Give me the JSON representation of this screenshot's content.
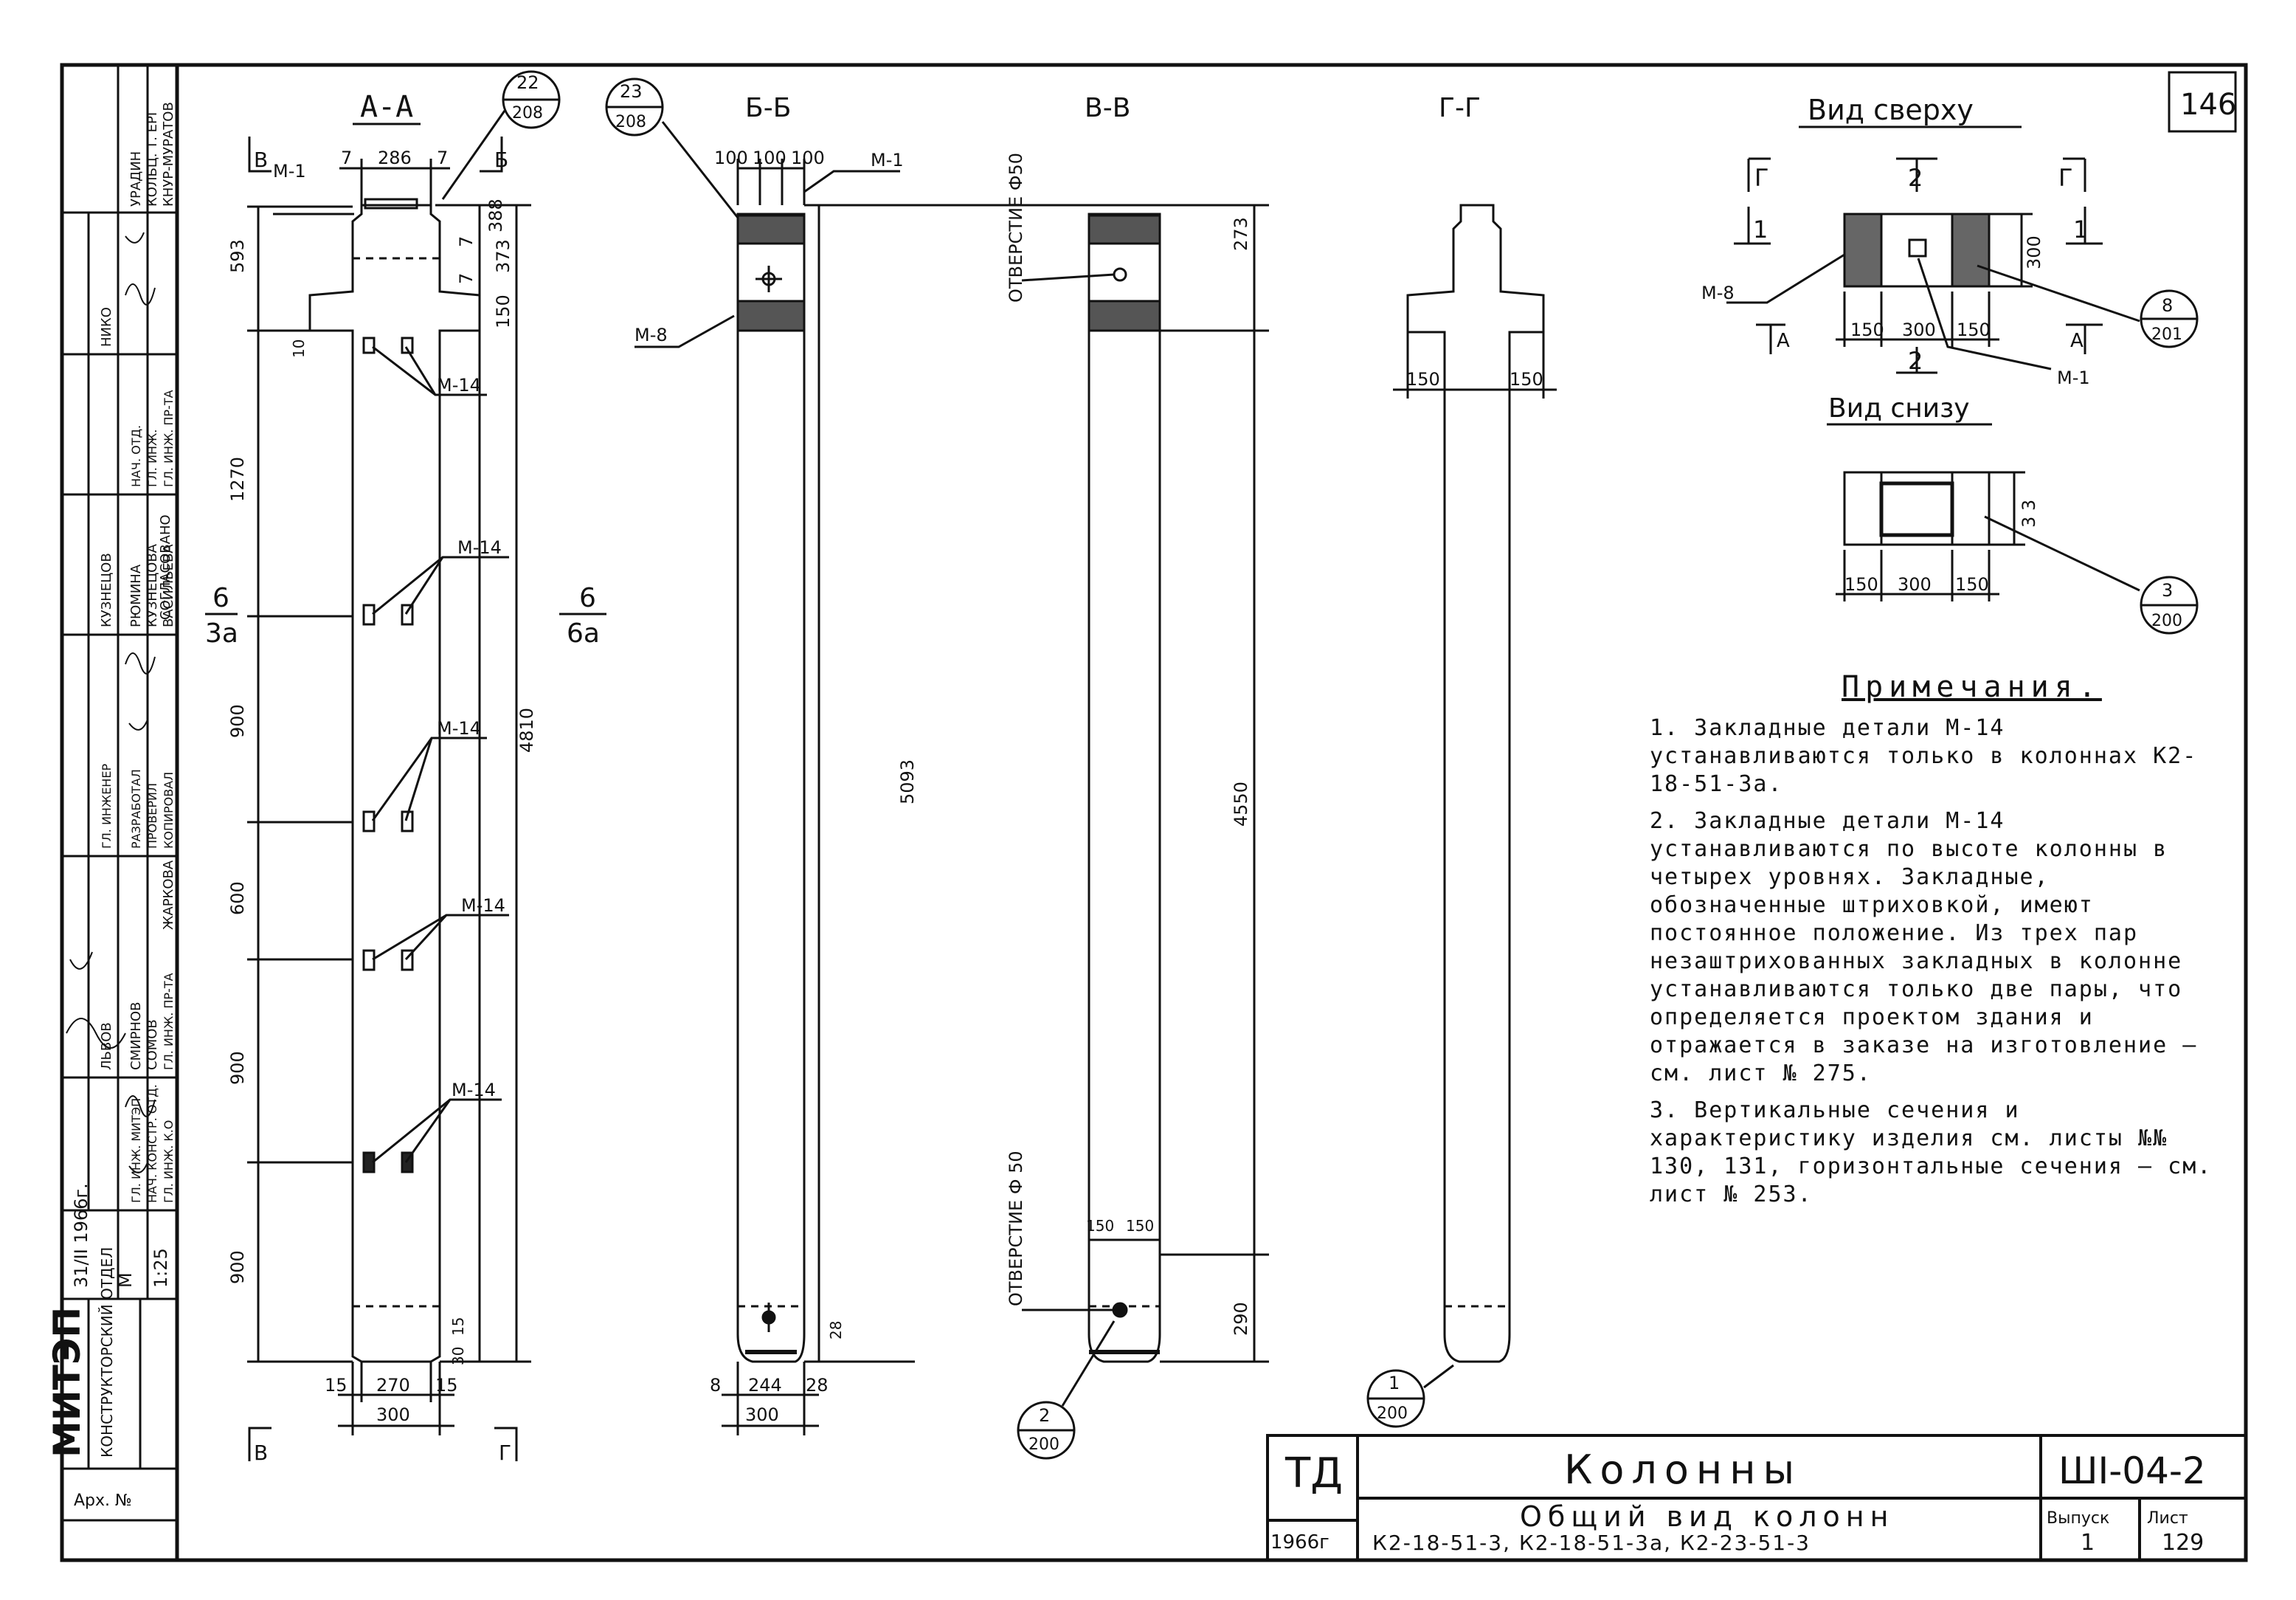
{
  "sheet": {
    "sheet_number": "146",
    "org_stamp": {
      "name": "МИТЭП",
      "dept": "КОНСТРУКТОРСКИЙ ОТДЕЛ",
      "archive_label": "Арх. №",
      "date": "31/II 1966г.",
      "scale_label": "М",
      "scale": "1:25"
    },
    "approvals_header": "СОГЛАСОВАНО",
    "roles": [
      "НАЧ. ОТД.",
      "ГЛ. ИНЖ.",
      "ГЛ. ИНЖ. ПР-ТА",
      "ГЛ. ИНЖ. МИТЭП",
      "НАЧ. КОНСТР. ОТД.",
      "ГЛ. ИНЖ. К.О",
      "ГЛ. ИНЖ. ПР-ТА",
      "ГЛ. ИНЖЕНЕР",
      "РАЗРАБОТАЛ",
      "ПРОВЕРИЛ",
      "КОПИРОВАЛ"
    ],
    "names": [
      "НИКО",
      "УРАДИН",
      "КОЛЬЦ. Т. ЕРГ",
      "КНУР-МУРАТОВ",
      "ЛЬВОВ",
      "СМИРНОВ",
      "СОМОВ",
      "ЖАРКОВА",
      "КУЗНЕЦОВ",
      "РЮМИНА",
      "КУЗНЕЦОВА",
      "ВАСИЛЬЕВА"
    ]
  },
  "sections": {
    "aa": {
      "label": "А-А",
      "callout": {
        "num": "22",
        "sheet": "208"
      },
      "dims_left": [
        "593",
        "1270",
        "900",
        "600",
        "900",
        "900"
      ],
      "dims_right": [
        "7",
        "388",
        "7",
        "373",
        "150",
        "4810"
      ],
      "dims_top": [
        "7",
        "286",
        "7"
      ],
      "dims_bottom": [
        "15",
        "270",
        "15",
        "300"
      ],
      "small_dims": [
        "10",
        "15",
        "30"
      ],
      "labels": [
        "М-1",
        "М-14",
        "М-14",
        "М-14",
        "М-14",
        "М-14"
      ],
      "cut_marks": [
        "В",
        "Б",
        "В",
        "Г"
      ]
    },
    "bb": {
      "label": "Б-Б",
      "callout": {
        "num": "23",
        "sheet": "208"
      },
      "dims_top": [
        "100",
        "100",
        "100"
      ],
      "dims_bottom": [
        "8",
        "244",
        "28",
        "300"
      ],
      "total": "5093",
      "small_dim": "28",
      "labels": [
        "М-1",
        "М-8"
      ]
    },
    "vv": {
      "label": "В-В",
      "hole_label": "ОТВЕРСТИЕ Ф50",
      "hole_label_2": "ОТВЕРСТИЕ Ф 50",
      "dims": [
        "273",
        "4550",
        "290"
      ],
      "dims_small": [
        "150",
        "150"
      ],
      "callout": {
        "num": "2",
        "sheet": "200"
      }
    },
    "gg": {
      "label": "Г-Г",
      "dims": [
        "150",
        "150"
      ],
      "callout": {
        "num": "1",
        "sheet": "200"
      }
    },
    "elev_marks": {
      "left": {
        "top": "6",
        "bottom": "3а"
      },
      "right": {
        "top": "6",
        "bottom": "6а"
      }
    }
  },
  "top_view": {
    "title": "Вид сверху",
    "marks": [
      "Г",
      "2",
      "Г",
      "1",
      "1",
      "2",
      "А",
      "А"
    ],
    "dims": [
      "150",
      "300",
      "150",
      "300"
    ],
    "labels": [
      "М-8",
      "М-1"
    ],
    "callout": {
      "num": "8",
      "sheet": "201"
    }
  },
  "bottom_view": {
    "title": "Вид снизу",
    "dims": [
      "150",
      "300",
      "150"
    ],
    "side_dim": "3 3",
    "callout": {
      "num": "3",
      "sheet": "200"
    }
  },
  "notes": {
    "title": "Примечания.",
    "items": [
      "1. Закладные детали М-14 устанавливаются только в колоннах К2-18-51-3а.",
      "2. Закладные детали М-14 устанавливаются по высоте колонны в четырех уровнях. Закладные, обозначенные штриховкой, имеют постоянное положение. Из трех пар незаштрихованных закладных в колонне устанавливаются только две пары, что определяется проектом здания и отражается в заказе на изготовление – см. лист № 275.",
      "3. Вертикальные сечения и характеристику изделия см. листы №№ 130, 131, горизонтальные сечения – см. лист № 253."
    ]
  },
  "title_block": {
    "code": "ТД",
    "year": "1966г",
    "title": "Колонны",
    "subtitle": "Общий вид колонн",
    "marks": "К2-18-51-3, К2-18-51-3а, К2-23-51-3",
    "series": "ШI-04-2",
    "issue_label": "Выпуск",
    "issue": "1",
    "sheet_label": "Лист",
    "sheet": "129"
  }
}
